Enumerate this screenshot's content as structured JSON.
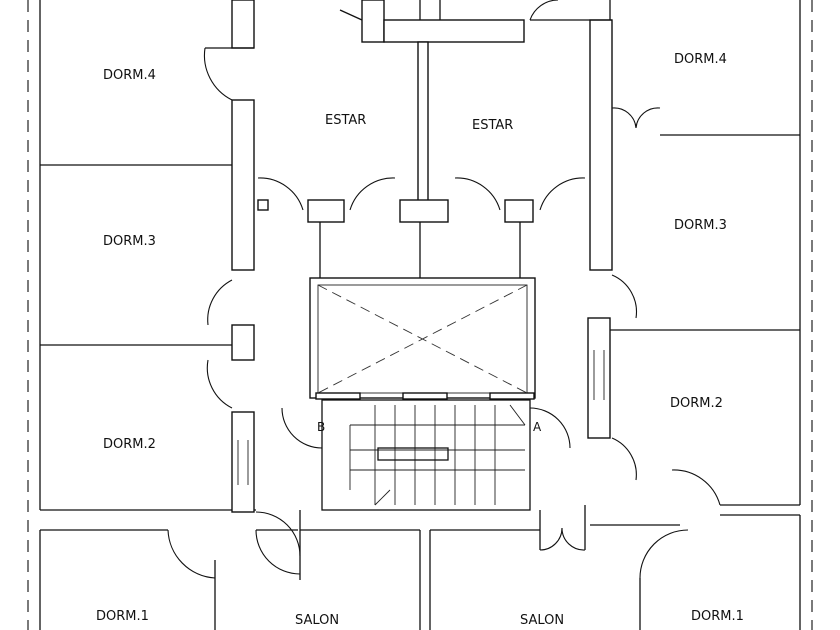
{
  "rooms": {
    "dorm4_left": "DORM.4",
    "dorm4_right": "DORM.4",
    "dorm3_left": "DORM.3",
    "dorm3_right": "DORM.3",
    "dorm2_left": "DORM.2",
    "dorm2_right": "DORM.2",
    "dorm1_left": "DORM.1",
    "dorm1_right": "DORM.1",
    "estar_left": "ESTAR",
    "estar_right": "ESTAR",
    "salon_left": "SALON",
    "salon_right": "SALON"
  },
  "markers": {
    "a": "A",
    "b": "B"
  }
}
